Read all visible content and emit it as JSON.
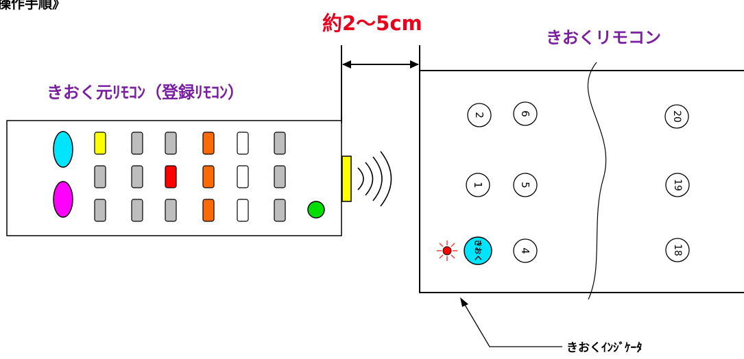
{
  "header_fragment": "操作手順》",
  "distance_label": "約2～5cm",
  "learning_remote_label": "きおくリモコン",
  "source_remote_label": "きおく元ﾘﾓｺﾝ（登録ﾘﾓｺﾝ）",
  "indicator_label": "きおくｲﾝｼﾞｹｰﾀ",
  "learn_button_label": "きおく",
  "number_buttons": [
    "2",
    "6",
    "20",
    "1",
    "5",
    "19",
    "4",
    "18"
  ],
  "colors": {
    "title_purple": "#7b1fa2",
    "distance_red": "#e8001c",
    "cyan": "#00e5ff",
    "magenta": "#ff00ff",
    "yellow": "#ffff00",
    "gray": "#bdbdbd",
    "orange": "#ff6a00",
    "red": "#ff0000",
    "white": "#ffffff",
    "green": "#00dd00"
  }
}
